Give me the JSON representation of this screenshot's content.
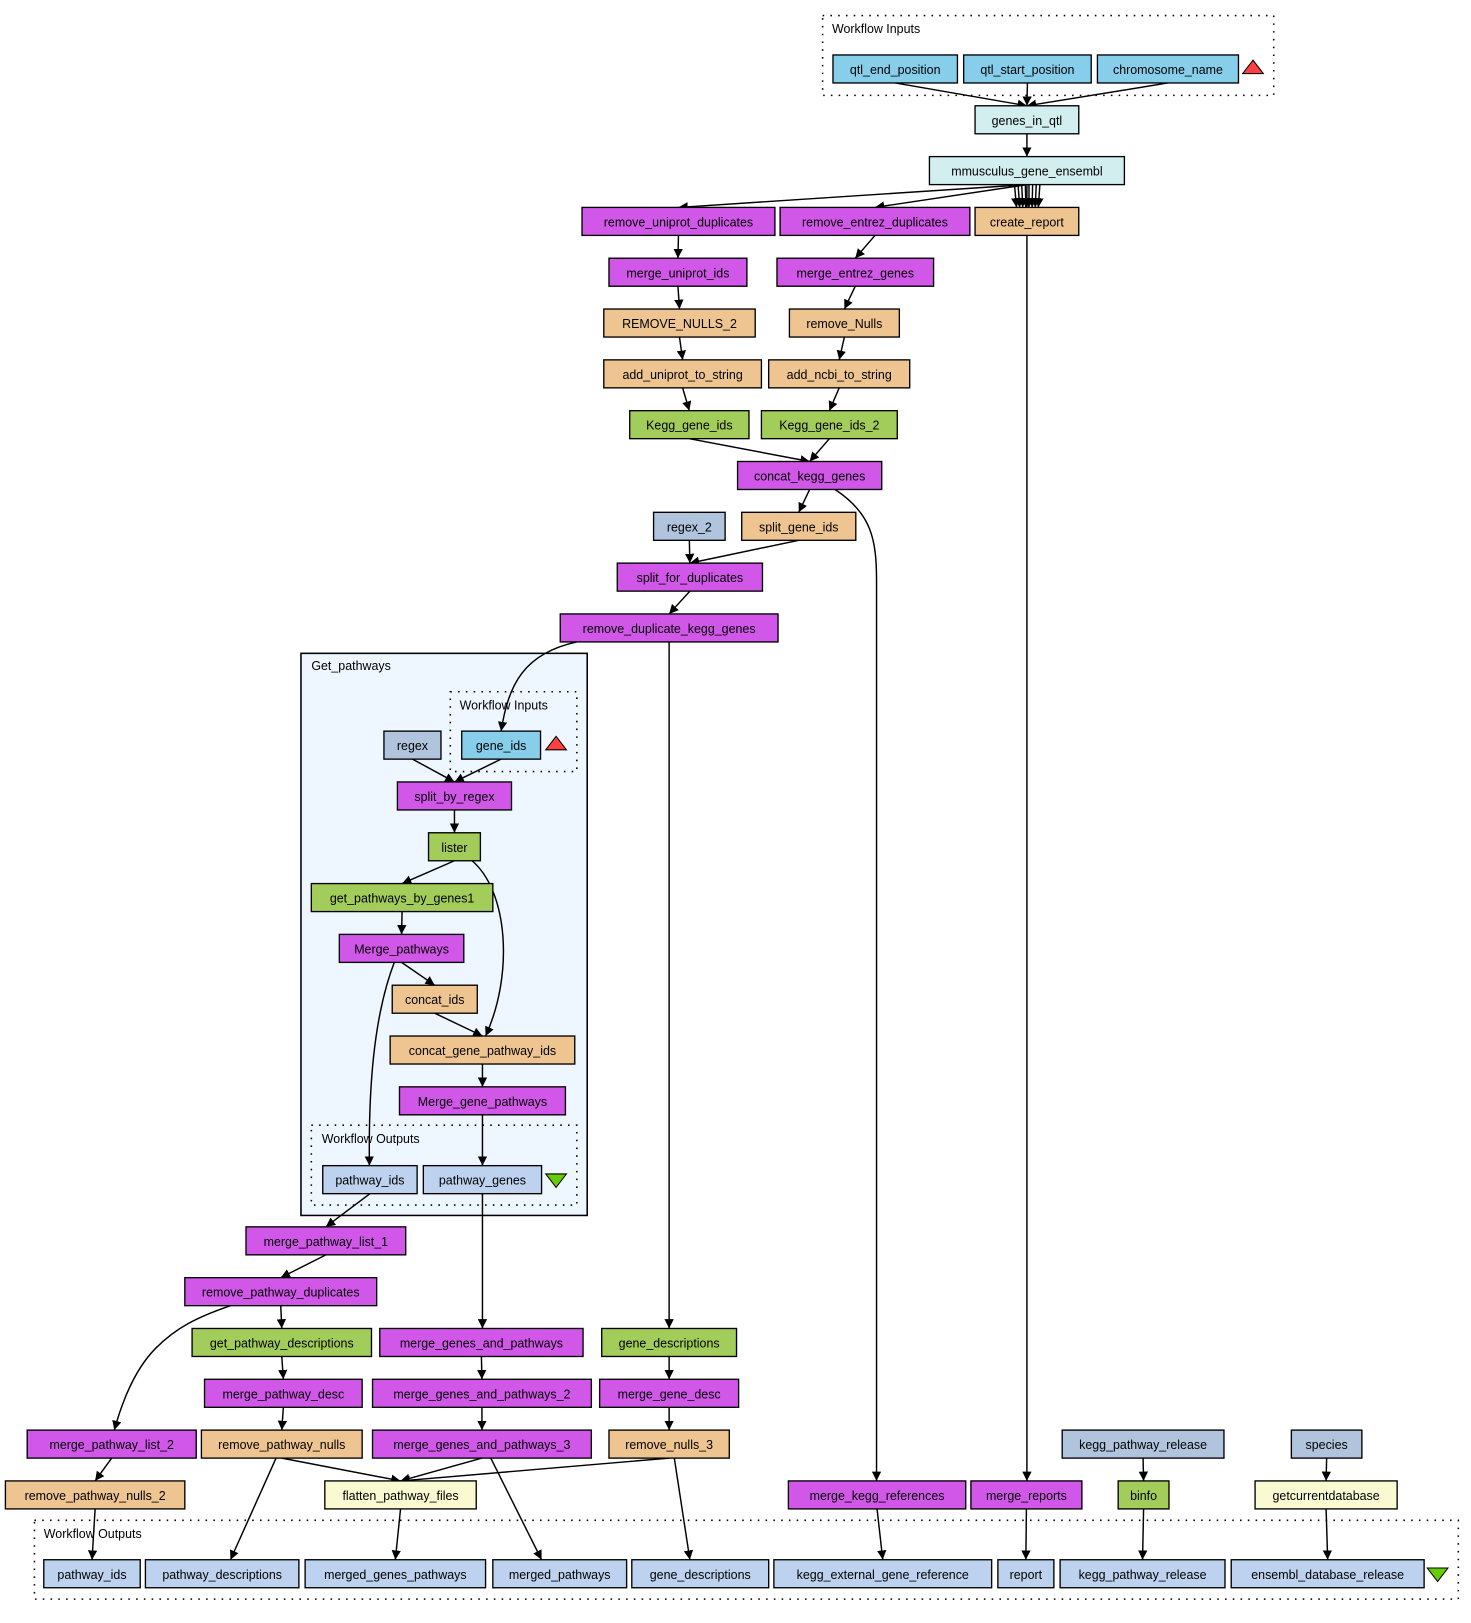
{
  "colors": {
    "input": "#87ceeb",
    "local": "#d2eeee",
    "beanshell": "#d157e8",
    "string": "#eec591",
    "wsdl": "#a3cd5a",
    "constant": "#b0c4de",
    "output": "#bcd2ee",
    "flatten": "#fafad2",
    "input_triangle": "#ff4040",
    "output_triangle": "#66cd00",
    "subworkflow_bg": "#eef6ff"
  },
  "clusters": {
    "workflow_inputs": "Workflow Inputs",
    "get_pathways": "Get_pathways",
    "sub_inputs": "Workflow Inputs",
    "sub_outputs": "Workflow Outputs",
    "workflow_outputs": "Workflow Outputs"
  },
  "nodes": [
    {
      "id": "qtl_end_position",
      "label": "qtl_end_position",
      "kind": "input"
    },
    {
      "id": "qtl_start_position",
      "label": "qtl_start_position",
      "kind": "input"
    },
    {
      "id": "chromosome_name",
      "label": "chromosome_name",
      "kind": "input"
    },
    {
      "id": "genes_in_qtl",
      "label": "genes_in_qtl",
      "kind": "local"
    },
    {
      "id": "mmusculus_gene_ensembl",
      "label": "mmusculus_gene_ensembl",
      "kind": "local"
    },
    {
      "id": "remove_uniprot_duplicates",
      "label": "remove_uniprot_duplicates",
      "kind": "beanshell"
    },
    {
      "id": "remove_entrez_duplicates",
      "label": "remove_entrez_duplicates",
      "kind": "beanshell"
    },
    {
      "id": "create_report",
      "label": "create_report",
      "kind": "string"
    },
    {
      "id": "merge_uniprot_ids",
      "label": "merge_uniprot_ids",
      "kind": "beanshell"
    },
    {
      "id": "merge_entrez_genes",
      "label": "merge_entrez_genes",
      "kind": "beanshell"
    },
    {
      "id": "REMOVE_NULLS_2",
      "label": "REMOVE_NULLS_2",
      "kind": "string"
    },
    {
      "id": "remove_Nulls",
      "label": "remove_Nulls",
      "kind": "string"
    },
    {
      "id": "add_uniprot_to_string",
      "label": "add_uniprot_to_string",
      "kind": "string"
    },
    {
      "id": "add_ncbi_to_string",
      "label": "add_ncbi_to_string",
      "kind": "string"
    },
    {
      "id": "Kegg_gene_ids",
      "label": "Kegg_gene_ids",
      "kind": "wsdl"
    },
    {
      "id": "Kegg_gene_ids_2",
      "label": "Kegg_gene_ids_2",
      "kind": "wsdl"
    },
    {
      "id": "concat_kegg_genes",
      "label": "concat_kegg_genes",
      "kind": "beanshell"
    },
    {
      "id": "regex_2",
      "label": "regex_2",
      "kind": "constant"
    },
    {
      "id": "split_gene_ids",
      "label": "split_gene_ids",
      "kind": "string"
    },
    {
      "id": "split_for_duplicates",
      "label": "split_for_duplicates",
      "kind": "beanshell"
    },
    {
      "id": "remove_duplicate_kegg_genes",
      "label": "remove_duplicate_kegg_genes",
      "kind": "beanshell"
    },
    {
      "id": "regex",
      "label": "regex",
      "kind": "constant"
    },
    {
      "id": "gene_ids",
      "label": "gene_ids",
      "kind": "input"
    },
    {
      "id": "split_by_regex",
      "label": "split_by_regex",
      "kind": "beanshell"
    },
    {
      "id": "lister",
      "label": "lister",
      "kind": "wsdl"
    },
    {
      "id": "get_pathways_by_genes1",
      "label": "get_pathways_by_genes1",
      "kind": "wsdl"
    },
    {
      "id": "Merge_pathways",
      "label": "Merge_pathways",
      "kind": "beanshell"
    },
    {
      "id": "concat_ids",
      "label": "concat_ids",
      "kind": "string"
    },
    {
      "id": "concat_gene_pathway_ids",
      "label": "concat_gene_pathway_ids",
      "kind": "string"
    },
    {
      "id": "Merge_gene_pathways",
      "label": "Merge_gene_pathways",
      "kind": "beanshell"
    },
    {
      "id": "sub_pathway_ids",
      "label": "pathway_ids",
      "kind": "output"
    },
    {
      "id": "sub_pathway_genes",
      "label": "pathway_genes",
      "kind": "output"
    },
    {
      "id": "merge_pathway_list_1",
      "label": "merge_pathway_list_1",
      "kind": "beanshell"
    },
    {
      "id": "remove_pathway_duplicates",
      "label": "remove_pathway_duplicates",
      "kind": "beanshell"
    },
    {
      "id": "get_pathway_descriptions",
      "label": "get_pathway_descriptions",
      "kind": "wsdl"
    },
    {
      "id": "merge_genes_and_pathways",
      "label": "merge_genes_and_pathways",
      "kind": "beanshell"
    },
    {
      "id": "gene_descriptions",
      "label": "gene_descriptions",
      "kind": "wsdl"
    },
    {
      "id": "merge_pathway_desc",
      "label": "merge_pathway_desc",
      "kind": "beanshell"
    },
    {
      "id": "merge_genes_and_pathways_2",
      "label": "merge_genes_and_pathways_2",
      "kind": "beanshell"
    },
    {
      "id": "merge_gene_desc",
      "label": "merge_gene_desc",
      "kind": "beanshell"
    },
    {
      "id": "merge_pathway_list_2",
      "label": "merge_pathway_list_2",
      "kind": "beanshell"
    },
    {
      "id": "remove_pathway_nulls",
      "label": "remove_pathway_nulls",
      "kind": "string"
    },
    {
      "id": "merge_genes_and_pathways_3",
      "label": "merge_genes_and_pathways_3",
      "kind": "beanshell"
    },
    {
      "id": "remove_nulls_3",
      "label": "remove_nulls_3",
      "kind": "string"
    },
    {
      "id": "kegg_pathway_release_in",
      "label": "kegg_pathway_release",
      "kind": "constant"
    },
    {
      "id": "species",
      "label": "species",
      "kind": "constant"
    },
    {
      "id": "remove_pathway_nulls_2",
      "label": "remove_pathway_nulls_2",
      "kind": "string"
    },
    {
      "id": "flatten_pathway_files",
      "label": "flatten_pathway_files",
      "kind": "flatten"
    },
    {
      "id": "merge_kegg_references",
      "label": "merge_kegg_references",
      "kind": "beanshell"
    },
    {
      "id": "merge_reports",
      "label": "merge_reports",
      "kind": "beanshell"
    },
    {
      "id": "binfo",
      "label": "binfo",
      "kind": "wsdl"
    },
    {
      "id": "getcurrentdatabase",
      "label": "getcurrentdatabase",
      "kind": "flatten"
    },
    {
      "id": "out_pathway_ids",
      "label": "pathway_ids",
      "kind": "output"
    },
    {
      "id": "out_pathway_descriptions",
      "label": "pathway_descriptions",
      "kind": "output"
    },
    {
      "id": "out_merged_genes_pathways",
      "label": "merged_genes_pathways",
      "kind": "output"
    },
    {
      "id": "out_merged_pathways",
      "label": "merged_pathways",
      "kind": "output"
    },
    {
      "id": "out_gene_descriptions",
      "label": "gene_descriptions",
      "kind": "output"
    },
    {
      "id": "out_kegg_external_gene_reference",
      "label": "kegg_external_gene_reference",
      "kind": "output"
    },
    {
      "id": "out_report",
      "label": "report",
      "kind": "output"
    },
    {
      "id": "out_kegg_pathway_release",
      "label": "kegg_pathway_release",
      "kind": "output"
    },
    {
      "id": "out_ensembl_database_release",
      "label": "ensembl_database_release",
      "kind": "output"
    }
  ],
  "edges": [
    [
      "qtl_end_position",
      "genes_in_qtl"
    ],
    [
      "qtl_start_position",
      "genes_in_qtl"
    ],
    [
      "chromosome_name",
      "genes_in_qtl"
    ],
    [
      "genes_in_qtl",
      "mmusculus_gene_ensembl"
    ],
    [
      "mmusculus_gene_ensembl",
      "remove_uniprot_duplicates"
    ],
    [
      "mmusculus_gene_ensembl",
      "remove_entrez_duplicates"
    ],
    [
      "mmusculus_gene_ensembl",
      "create_report"
    ],
    [
      "remove_uniprot_duplicates",
      "merge_uniprot_ids"
    ],
    [
      "remove_entrez_duplicates",
      "merge_entrez_genes"
    ],
    [
      "merge_uniprot_ids",
      "REMOVE_NULLS_2"
    ],
    [
      "merge_entrez_genes",
      "remove_Nulls"
    ],
    [
      "REMOVE_NULLS_2",
      "add_uniprot_to_string"
    ],
    [
      "remove_Nulls",
      "add_ncbi_to_string"
    ],
    [
      "add_uniprot_to_string",
      "Kegg_gene_ids"
    ],
    [
      "add_ncbi_to_string",
      "Kegg_gene_ids_2"
    ],
    [
      "Kegg_gene_ids",
      "concat_kegg_genes"
    ],
    [
      "Kegg_gene_ids_2",
      "concat_kegg_genes"
    ],
    [
      "concat_kegg_genes",
      "split_gene_ids"
    ],
    [
      "concat_kegg_genes",
      "merge_kegg_references"
    ],
    [
      "regex_2",
      "split_for_duplicates"
    ],
    [
      "split_gene_ids",
      "split_for_duplicates"
    ],
    [
      "split_for_duplicates",
      "remove_duplicate_kegg_genes"
    ],
    [
      "remove_duplicate_kegg_genes",
      "gene_ids"
    ],
    [
      "remove_duplicate_kegg_genes",
      "gene_descriptions"
    ],
    [
      "regex",
      "split_by_regex"
    ],
    [
      "gene_ids",
      "split_by_regex"
    ],
    [
      "split_by_regex",
      "lister"
    ],
    [
      "lister",
      "get_pathways_by_genes1"
    ],
    [
      "lister",
      "concat_gene_pathway_ids"
    ],
    [
      "get_pathways_by_genes1",
      "Merge_pathways"
    ],
    [
      "Merge_pathways",
      "concat_ids"
    ],
    [
      "Merge_pathways",
      "sub_pathway_ids"
    ],
    [
      "concat_ids",
      "concat_gene_pathway_ids"
    ],
    [
      "concat_gene_pathway_ids",
      "Merge_gene_pathways"
    ],
    [
      "Merge_gene_pathways",
      "sub_pathway_genes"
    ],
    [
      "sub_pathway_ids",
      "merge_pathway_list_1"
    ],
    [
      "sub_pathway_genes",
      "merge_genes_and_pathways"
    ],
    [
      "merge_pathway_list_1",
      "remove_pathway_duplicates"
    ],
    [
      "remove_pathway_duplicates",
      "get_pathway_descriptions"
    ],
    [
      "remove_pathway_duplicates",
      "merge_pathway_list_2"
    ],
    [
      "get_pathway_descriptions",
      "merge_pathway_desc"
    ],
    [
      "merge_genes_and_pathways",
      "merge_genes_and_pathways_2"
    ],
    [
      "gene_descriptions",
      "merge_gene_desc"
    ],
    [
      "merge_pathway_desc",
      "remove_pathway_nulls"
    ],
    [
      "merge_genes_and_pathways_2",
      "merge_genes_and_pathways_3"
    ],
    [
      "merge_gene_desc",
      "remove_nulls_3"
    ],
    [
      "merge_pathway_list_2",
      "remove_pathway_nulls_2"
    ],
    [
      "remove_pathway_nulls",
      "flatten_pathway_files"
    ],
    [
      "merge_genes_and_pathways_3",
      "flatten_pathway_files"
    ],
    [
      "remove_nulls_3",
      "flatten_pathway_files"
    ],
    [
      "create_report",
      "merge_reports"
    ],
    [
      "kegg_pathway_release_in",
      "binfo"
    ],
    [
      "species",
      "getcurrentdatabase"
    ],
    [
      "remove_pathway_nulls_2",
      "out_pathway_ids"
    ],
    [
      "remove_pathway_nulls",
      "out_pathway_descriptions"
    ],
    [
      "flatten_pathway_files",
      "out_merged_genes_pathways"
    ],
    [
      "merge_genes_and_pathways_3",
      "out_merged_pathways"
    ],
    [
      "remove_nulls_3",
      "out_gene_descriptions"
    ],
    [
      "merge_kegg_references",
      "out_kegg_external_gene_reference"
    ],
    [
      "merge_reports",
      "out_report"
    ],
    [
      "binfo",
      "out_kegg_pathway_release"
    ],
    [
      "getcurrentdatabase",
      "out_ensembl_database_release"
    ]
  ]
}
